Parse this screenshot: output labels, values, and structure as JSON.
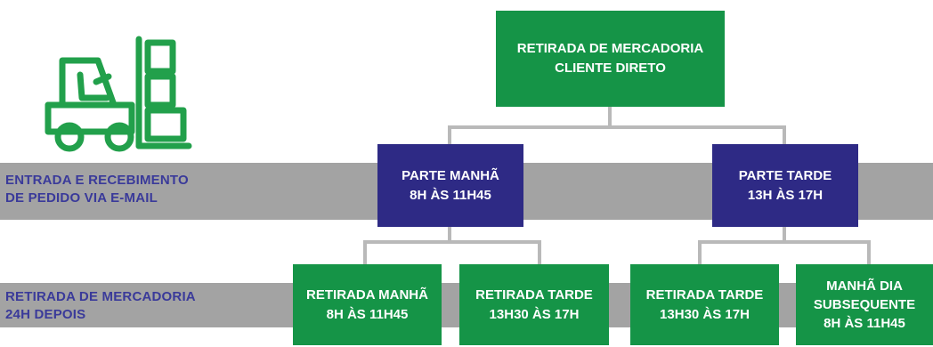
{
  "colors": {
    "green": "#159447",
    "navy": "#2e2a85",
    "band": "#a3a3a3",
    "band_text": "#3a3a9a",
    "connector": "#b9b9b9",
    "icon": "#22a04b"
  },
  "icon": "forklift-with-boxes-icon",
  "top": {
    "line1": "RETIRADA DE MERCADORIA",
    "line2": "CLIENTE DIRETO"
  },
  "bands": {
    "entrada": {
      "line1": "ENTRADA E RECEBIMENTO",
      "line2": "DE PEDIDO VIA E-MAIL"
    },
    "retirada": {
      "line1": "RETIRADA DE MERCADORIA",
      "line2": "24H DEPOIS"
    }
  },
  "parts": [
    {
      "line1": "PARTE MANHÃ",
      "line2": "8H ÀS 11H45"
    },
    {
      "line1": "PARTE TARDE",
      "line2": "13H ÀS 17H"
    }
  ],
  "pickups": [
    {
      "line1": "RETIRADA MANHÃ",
      "line2": "8H ÀS 11H45"
    },
    {
      "line1": "RETIRADA TARDE",
      "line2": "13H30 ÀS 17H"
    },
    {
      "line1": "RETIRADA TARDE",
      "line2": "13H30 ÀS 17H"
    },
    {
      "line1": "MANHÃ DIA",
      "line2": "SUBSEQUENTE",
      "line3": "8H ÀS 11H45"
    }
  ]
}
